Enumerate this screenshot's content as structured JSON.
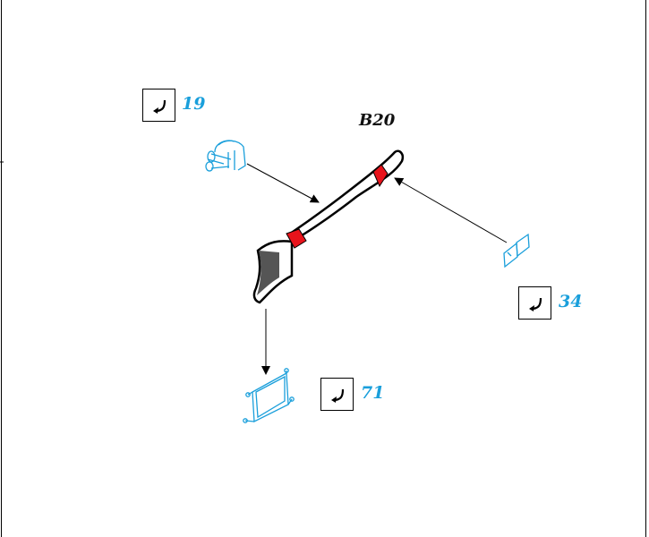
{
  "title": "B20",
  "steps": [
    {
      "number": "19",
      "icon": "return-arrow-icon"
    },
    {
      "number": "34",
      "icon": "return-arrow-icon"
    },
    {
      "number": "71",
      "icon": "return-arrow-icon"
    }
  ],
  "colors": {
    "part_outline": "#1a9fdb",
    "accent": "#e8131b",
    "line": "#000000"
  }
}
